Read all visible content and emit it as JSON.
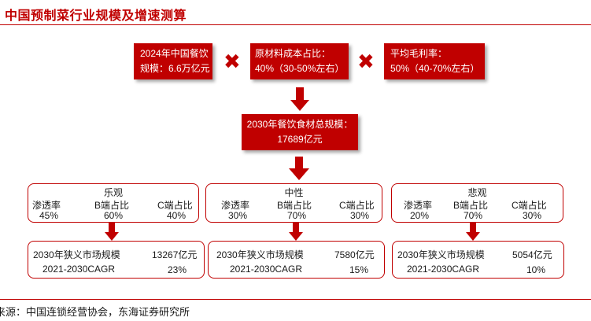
{
  "title": "中国预制菜行业规模及增速测算",
  "inputs": [
    {
      "line1": "2024年中国餐饮",
      "line2": "规模：6.6万亿元"
    },
    {
      "line1": "原材料成本占比：",
      "line2": "40%（30-50%左右）"
    },
    {
      "line1": "平均毛利率：",
      "line2": "50%（40-70%左右）"
    }
  ],
  "multiply_symbol": "✖",
  "total": {
    "line1": "2030年餐饮食材总规模：",
    "line2": "17689亿元"
  },
  "headers": {
    "penetration": "渗透率",
    "b_share": "B端占比",
    "c_share": "C端占比"
  },
  "result_labels": {
    "market": "2030年狭义市场规模",
    "cagr": "2021-2030CAGR"
  },
  "scenarios": [
    {
      "name": "乐观",
      "penetration": "45%",
      "b_share": "60%",
      "c_share": "40%",
      "market": "13267亿元",
      "cagr": "23%"
    },
    {
      "name": "中性",
      "penetration": "30%",
      "b_share": "70%",
      "c_share": "30%",
      "market": "7580亿元",
      "cagr": "15%"
    },
    {
      "name": "悲观",
      "penetration": "20%",
      "b_share": "70%",
      "c_share": "30%",
      "market": "5054亿元",
      "cagr": "10%"
    }
  ],
  "source": "来源：中国连锁经营协会，东海证券研究所",
  "colors": {
    "accent": "#c00000"
  }
}
